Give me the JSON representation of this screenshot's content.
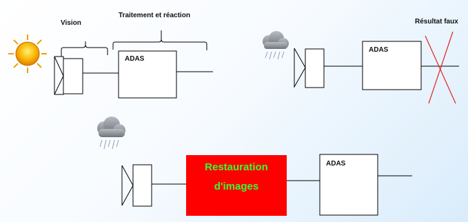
{
  "labels": {
    "vision": "Vision",
    "traitement": "Traitement et réaction",
    "resultat_faux": "Résultat faux"
  },
  "blocks": {
    "adas_sunny": "ADAS",
    "adas_rainy": "ADAS",
    "adas_restored": "ADAS",
    "restoration_line1": "Restauration",
    "restoration_line2": "d'images"
  },
  "colors": {
    "restoration_fill": "#ff0000",
    "restoration_text": "#33ff33",
    "cross": "#e02020",
    "sun": "#f7b500",
    "cloud": "#8a8e94"
  },
  "icons": {
    "weather_top_left": "sun-icon",
    "weather_top_right": "rain-cloud-icon",
    "weather_bottom": "rain-cloud-icon"
  }
}
